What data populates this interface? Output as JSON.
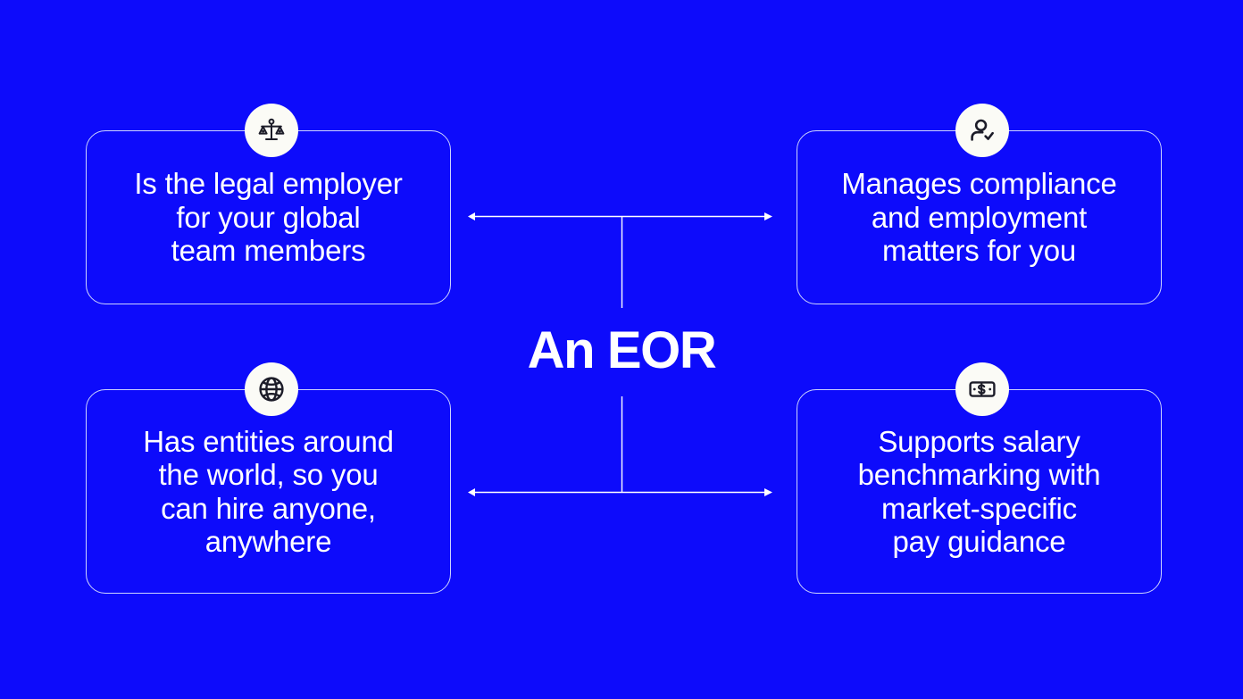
{
  "theme": {
    "background_color": "#0d0bfb",
    "card_border_color": "#cdd4ff",
    "card_text_color": "#ffffff",
    "icon_badge_color": "#fbfbf6",
    "icon_glyph_color": "#1c1c28",
    "connector_color": "#ffffff"
  },
  "diagram": {
    "type": "central-concept-with-four-attributes",
    "center": {
      "label": "An EOR"
    },
    "cards": [
      {
        "id": "legal-employer",
        "position": "top-left",
        "icon": "scales-of-justice-icon",
        "text": "Is the legal employer\nfor your global\nteam members"
      },
      {
        "id": "compliance",
        "position": "top-right",
        "icon": "user-check-icon",
        "text": "Manages compliance\nand employment\nmatters for you"
      },
      {
        "id": "global-entities",
        "position": "bottom-left",
        "icon": "globe-icon",
        "text": "Has entities around\nthe world, so you\ncan hire anyone,\nanywhere"
      },
      {
        "id": "salary-benchmarking",
        "position": "bottom-right",
        "icon": "banknote-dollar-icon",
        "text": "Supports salary\nbenchmarking with\nmarket-specific\npay guidance"
      }
    ],
    "connectors": [
      {
        "id": "top-connector",
        "kind": "double-headed-horizontal-arrow-with-stem",
        "description": "Horizontal double arrow linking the two top cards, with a vertical stem dropping to the center label"
      },
      {
        "id": "bottom-connector",
        "kind": "double-headed-horizontal-arrow-with-stem",
        "description": "Horizontal double arrow linking the two bottom cards, with a vertical stem rising to the center label"
      }
    ]
  }
}
